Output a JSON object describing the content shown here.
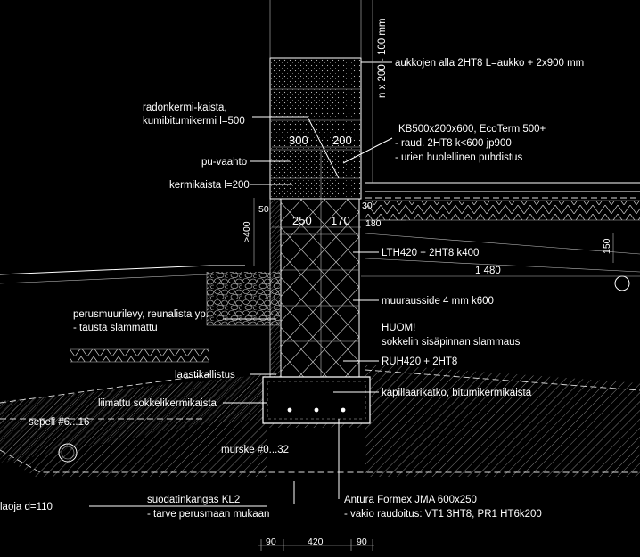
{
  "labels": {
    "aukkojen": "aukkojen alla 2HT8 L=aukko + 2x900 mm",
    "nx200": "n x 200 - 100 mm",
    "radonkermi1": "radonkermi-kaista,",
    "radonkermi2": "kumibitumikermi l=500",
    "kb1": "KB500x200x600, EcoTerm 500+",
    "kb2": "- raud. 2HT8 k<600 jp900",
    "kb3": "- urien huolellinen puhdistus",
    "puvaahto": "pu-vaahto",
    "kermikaista": "kermikaista l=200",
    "lth": "LTH420 + 2HT8 k400",
    "muurausside": "muurausside 4 mm k600",
    "perusmuuri1": "perusmuurilevy, reunalista yp.",
    "perusmuuri2": "- tausta slammattu",
    "huom1": "HUOM!",
    "huom2": "sokkelin sisäpinnan slammaus",
    "ruh": "RUH420 + 2HT8",
    "laasti": "laastikallistus",
    "liimattu": "liimattu sokkelikermikaista",
    "kapillaari": "kapillaarikatko, bitumikermikaista",
    "sepeli": "sepeli #6...16",
    "murske": "murske #0...32",
    "salaoja": "laoja d=110",
    "suoda1": "suodatinkangas  KL2",
    "suoda2": "- tarve perusmaan mukaan",
    "antura1": "Antura Formex JMA 600x250",
    "antura2": "- vakio raudoitus: VT1 3HT8, PR1 HT6k200"
  },
  "dims": {
    "d300": "300",
    "d200": "200",
    "d250": "250",
    "d170": "170",
    "d50": "50",
    "d30": "30",
    "d180": "180",
    "d400": ">400",
    "d150": "150",
    "d1480": "1 480",
    "d90a": "90",
    "d420": "420",
    "d90b": "90"
  }
}
